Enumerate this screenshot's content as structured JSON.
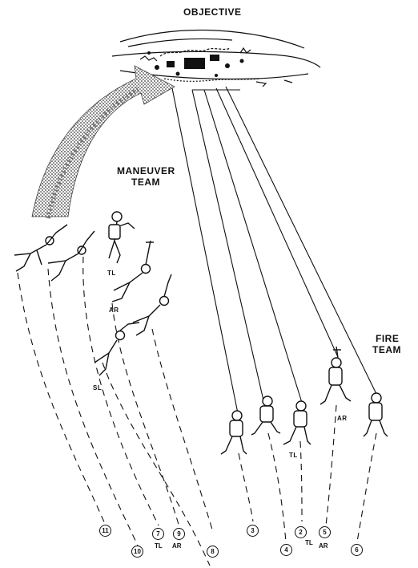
{
  "title": "OBJECTIVE",
  "maneuver_team": {
    "line1": "MANEUVER",
    "line2": "TEAM"
  },
  "fire_team": {
    "line1": "FIRE",
    "line2": "TEAM"
  },
  "soldier_tags": {
    "tl": "TL",
    "ar": "AR",
    "sl": "SL",
    "fire_ar": "AR",
    "fire_tl": "TL"
  },
  "positions": [
    {
      "num": "11",
      "sub": ""
    },
    {
      "num": "10",
      "sub": ""
    },
    {
      "num": "7",
      "sub": "TL"
    },
    {
      "num": "9",
      "sub": "AR"
    },
    {
      "num": "8",
      "sub": ""
    },
    {
      "num": "3",
      "sub": ""
    },
    {
      "num": "4",
      "sub": ""
    },
    {
      "num": "2",
      "sub": "TL"
    },
    {
      "num": "5",
      "sub": "AR"
    },
    {
      "num": "6",
      "sub": ""
    }
  ]
}
